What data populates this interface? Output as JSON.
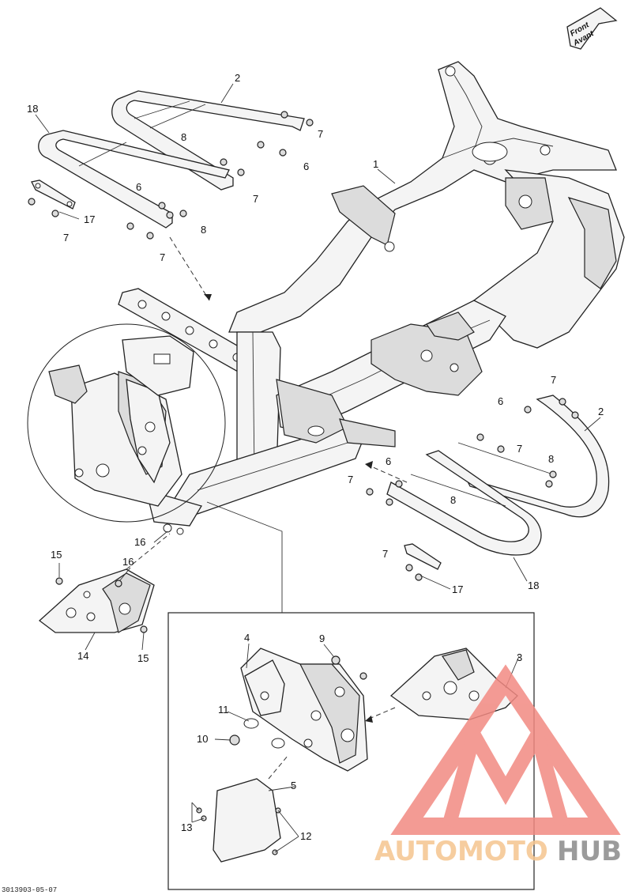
{
  "document_id": "3013903-05-07",
  "direction_badge": {
    "line1": "Front",
    "line2": "Avant"
  },
  "watermark": {
    "part1": "AUTOMOTO",
    "part2": "HUB",
    "color_primary": "#f28a82",
    "color_secondary": "#f5c58f",
    "color_dark": "#8a8a8a"
  },
  "callouts": {
    "c1": "1",
    "c2a": "2",
    "c2b": "2",
    "c3": "3",
    "c4": "4",
    "c5": "5",
    "c6a": "6",
    "c6b": "6",
    "c6c": "6",
    "c6d": "6",
    "c7a": "7",
    "c7b": "7",
    "c7c": "7",
    "c7d": "7",
    "c7e": "7",
    "c7f": "7",
    "c7g": "7",
    "c7h": "7",
    "c8a": "8",
    "c8b": "8",
    "c8c": "8",
    "c8d": "8",
    "c9": "9",
    "c10": "10",
    "c11": "11",
    "c12": "12",
    "c13": "13",
    "c14": "14",
    "c15a": "15",
    "c15b": "15",
    "c16a": "16",
    "c16b": "16",
    "c17a": "17",
    "c17b": "17",
    "c18a": "18",
    "c18b": "18"
  }
}
